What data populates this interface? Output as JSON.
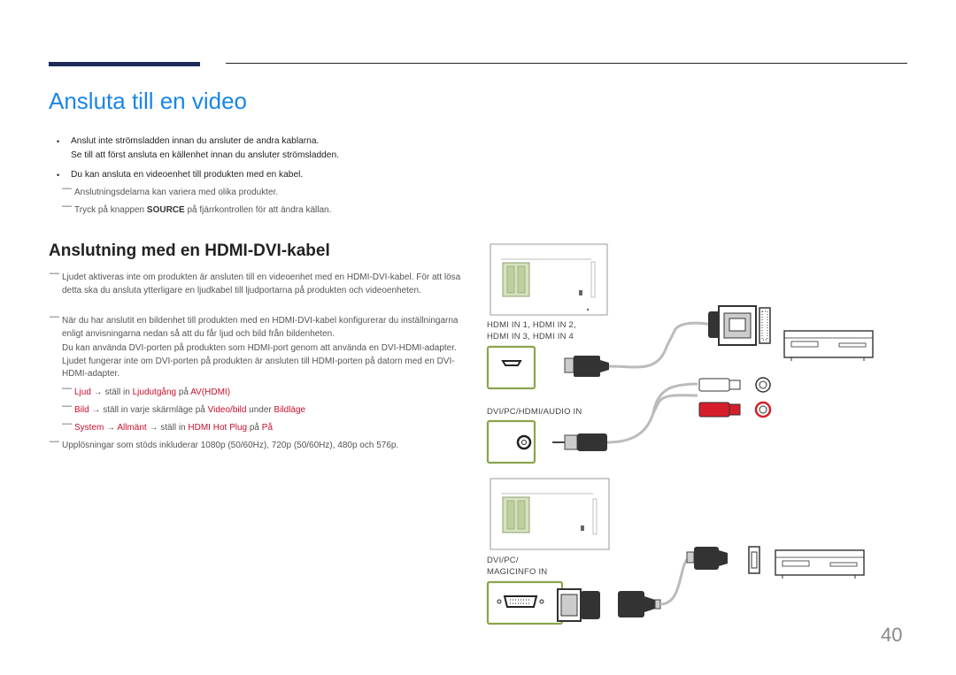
{
  "title": "Ansluta till en video",
  "intro": {
    "bullet1_line1": "Anslut inte strömsladden innan du ansluter de andra kablarna.",
    "bullet1_line2": "Se till att först ansluta en källenhet innan du ansluter strömsladden.",
    "bullet2": "Du kan ansluta en videoenhet till produkten med en kabel.",
    "note1": "Anslutningsdelarna kan variera med olika produkter.",
    "note2_a": "Tryck på knappen ",
    "note2_bold": "SOURCE",
    "note2_b": " på fjärrkontrollen för att ändra källan."
  },
  "section": {
    "title": "Anslutning med en HDMI-DVI-kabel",
    "note1": "Ljudet aktiveras inte om produkten är ansluten till en videoenhet med en HDMI-DVI-kabel. För att lösa detta ska du ansluta ytterligare en ljudkabel till ljudportarna på produkten och videoenheten.",
    "note2_p1": "När du har anslutit en bildenhet till produkten med en HDMI-DVI-kabel konfigurerar du inställningarna enligt anvisningarna nedan så att du får ljud och bild från bildenheten.",
    "note2_p2": "Du kan använda DVI-porten på produkten som HDMI-port genom att använda en DVI-HDMI-adapter. Ljudet fungerar inte om DVI-porten på produkten är ansluten till HDMI-porten på datorn med en DVI-HDMI-adapter.",
    "step1": {
      "a": "Ljud",
      "arrow": " → ställ in ",
      "b": "Ljudutgång",
      "c": " på ",
      "d": "AV(HDMI)"
    },
    "step2": {
      "a": "Bild",
      "arrow": " → ställ in varje skärmläge på ",
      "b": "Video/bild",
      "c": " under ",
      "d": "Bildläge"
    },
    "step3": {
      "a": "System",
      "arrow1": " → ",
      "b": "Allmänt",
      "arrow2": " → ställ in ",
      "c": "HDMI Hot Plug",
      "d": " på ",
      "e": "På"
    },
    "note3": "Upplösningar som stöds inkluderar 1080p (50/60Hz), 720p (50/60Hz), 480p och 576p."
  },
  "diagram": {
    "label_hdmi_1": "HDMI IN 1, HDMI IN 2,",
    "label_hdmi_2": "HDMI IN 3, HDMI IN 4",
    "label_audio": "DVI/PC/HDMI/AUDIO IN",
    "label_dvi_1": "DVI/PC/",
    "label_dvi_2": "MAGICINFO IN"
  },
  "page_number": "40"
}
